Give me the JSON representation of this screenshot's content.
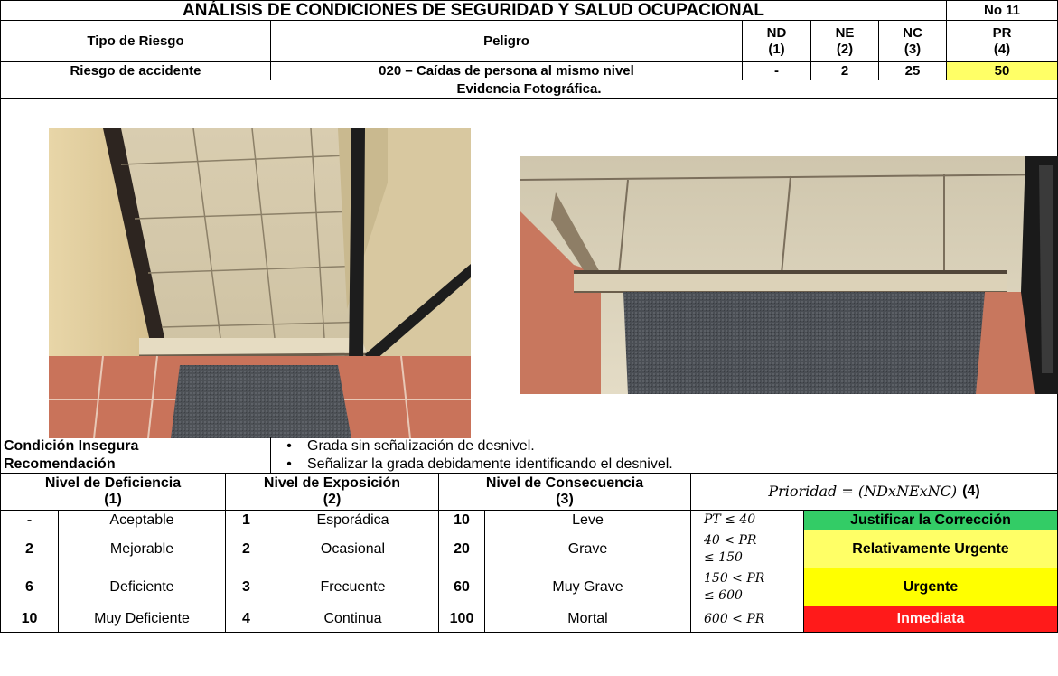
{
  "header": {
    "title": "ANÁLISIS DE CONDICIONES DE SEGURIDAD Y SALUD OCUPACIONAL",
    "number": "No 11"
  },
  "columns": {
    "tipo_riesgo": "Tipo de Riesgo",
    "peligro": "Peligro",
    "nd": "ND",
    "nd_num": "(1)",
    "ne": "NE",
    "ne_num": "(2)",
    "nc": "NC",
    "nc_num": "(3)",
    "pr": "PR",
    "pr_num": "(4)"
  },
  "risk_row": {
    "tipo": "Riesgo de accidente",
    "peligro": "020 – Caídas de persona al mismo nivel",
    "nd": "-",
    "ne": "2",
    "nc": "25",
    "pr": "50",
    "pr_color": "#ffff66"
  },
  "evidence": {
    "title": "Evidencia Fotográfica."
  },
  "condition": {
    "label": "Condición Insegura",
    "text": "Grada sin señalización de desnivel."
  },
  "recommendation": {
    "label": "Recomendación",
    "text": "Señalizar la grada debidamente identificando el desnivel."
  },
  "scale_headers": {
    "deficiencia": "Nivel de Deficiencia",
    "deficiencia_num": "(1)",
    "exposicion": "Nivel de Exposición",
    "exposicion_num": "(2)",
    "consecuencia": "Nivel de Consecuencia",
    "consecuencia_num": "(3)",
    "prioridad_formula": "Prioridad = (NDxNExNC)",
    "prioridad_num": "(4)"
  },
  "scale_rows": [
    {
      "nd_val": "-",
      "nd_label": "Aceptable",
      "ne_val": "1",
      "ne_label": "Esporádica",
      "nc_val": "10",
      "nc_label": "Leve",
      "pr_range_1": "PT ≤ 40",
      "pr_range_2": "",
      "action": "Justificar la Corrección",
      "action_color": "#33cc66"
    },
    {
      "nd_val": "2",
      "nd_label": "Mejorable",
      "ne_val": "2",
      "ne_label": "Ocasional",
      "nc_val": "20",
      "nc_label": "Grave",
      "pr_range_1": "40 < PR",
      "pr_range_2": "≤ 150",
      "action": "Relativamente Urgente",
      "action_color": "#ffff66"
    },
    {
      "nd_val": "6",
      "nd_label": "Deficiente",
      "ne_val": "3",
      "ne_label": "Frecuente",
      "nc_val": "60",
      "nc_label": "Muy Grave",
      "pr_range_1": "150 < PR",
      "pr_range_2": "≤ 600",
      "action": "Urgente",
      "action_color": "#ffff00"
    },
    {
      "nd_val": "10",
      "nd_label": "Muy Deficiente",
      "ne_val": "4",
      "ne_label": "Continua",
      "nc_val": "100",
      "nc_label": "Mortal",
      "pr_range_1": "600 < PR",
      "pr_range_2": "",
      "action": "Inmediata",
      "action_color": "#ff1a1a"
    }
  ]
}
